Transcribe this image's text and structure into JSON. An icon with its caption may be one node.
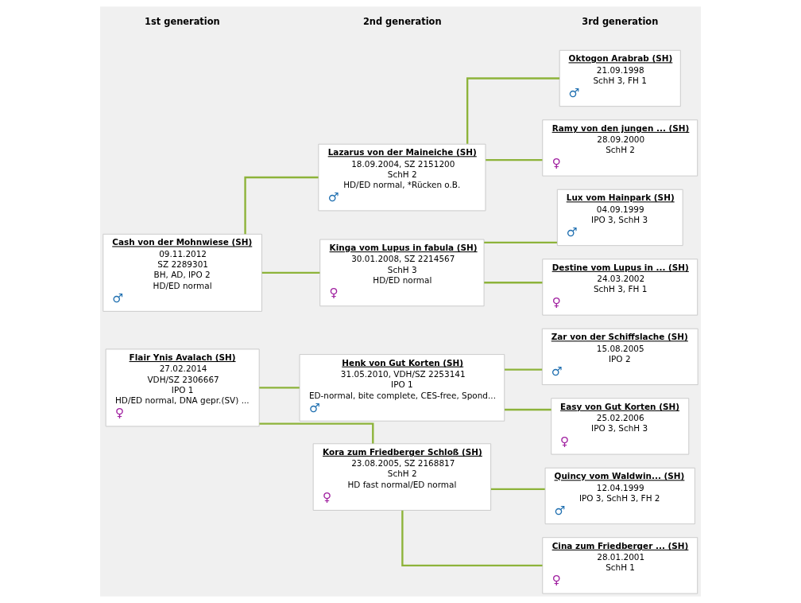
{
  "diagram": {
    "nodes": [
      {
        "text": [
          "Cash von der Mohnwiese (SH)",
          "09.11.2012",
          "SZ 2289301",
          "BH, AD, IPO 2",
          "HD/ED normal",
          "♂"
        ]
      },
      {
        "text": [
          "Lazarus von der Maineiche (SH)",
          "18.09.2004, SZ 2151200",
          "SchH 2",
          "HD/ED normal, *Rücken o.B.",
          "♂"
        ]
      },
      {
        "text": [
          "Kinga vom Lupus in fabula (SH)",
          "30.01.2008, SZ 2214567",
          "SchH 3",
          "HD/ED normal",
          "♀"
        ]
      },
      {
        "text": [
          "Oktogon Arabrab (SH)",
          "21.09.1998",
          "SchH 3, FH 1",
          "♂"
        ]
      },
      {
        "text": [
          "Ramy von den jungen ... (SH)",
          "28.09.2000",
          "SchH 2",
          "♀"
        ]
      },
      {
        "text": [
          "Lux vom Hainpark (SH)",
          "04.09.1999",
          "IPO 3, SchH 3",
          "♂"
        ]
      },
      {
        "text": [
          "Destine vom Lupus in ... (SH)",
          "24.03.2002",
          "SchH 3, FH 1",
          "♀"
        ]
      },
      {
        "text": [
          "Flair Ynis Avalach (SH)",
          "27.02.2014",
          "VDH/SZ 2306667",
          "IPO 1",
          "HD/ED normal, DNA gepr.(SV) ...",
          "♀"
        ]
      },
      {
        "text": [
          "Henk von Gut Korten (SH)",
          "31.05.2010, VDH/SZ 2253141",
          "IPO 1",
          "ED-normal, bite complete, CES-free, Spond...",
          "♂"
        ]
      },
      {
        "text": [
          "Kora zum Friedberger Schloß (SH)",
          "23.08.2005, SZ 2168817",
          "SchH 2",
          "HD fast normal/ED normal",
          "♀"
        ]
      },
      {
        "text": [
          "Zar von der Schiffslache (SH)",
          "15.08.2005",
          "IPO 2",
          "♂"
        ]
      },
      {
        "text": [
          "Easy von Gut Korten (SH)",
          "25.02.2006",
          "IPO 3, SchH 3",
          "♀"
        ]
      },
      {
        "text": [
          "Quincy vom Waldwin... (SH)",
          "12.04.1999",
          "IPO 3, SchH 3, FH 2",
          "♂"
        ]
      },
      {
        "text": [
          "Cina zum Friedberger ... (SH)",
          "28.01.2001",
          "SchH 1",
          "♀"
        ]
      }
    ],
    "edges": [
      {
        "from": 0,
        "to": 1,
        "arrow": "none"
      },
      {
        "from": 0,
        "to": 2,
        "arrow": "none"
      },
      {
        "from": 1,
        "to": 3,
        "arrow": "none"
      },
      {
        "from": 1,
        "to": 4,
        "arrow": "none"
      },
      {
        "from": 2,
        "to": 5,
        "arrow": "none"
      },
      {
        "from": 2,
        "to": 6,
        "arrow": "none"
      },
      {
        "from": 7,
        "to": 8,
        "arrow": "none"
      },
      {
        "from": 7,
        "to": 9,
        "arrow": "none"
      },
      {
        "from": 8,
        "to": 10,
        "arrow": "none"
      },
      {
        "from": 8,
        "to": 11,
        "arrow": "none"
      },
      {
        "from": 9,
        "to": 12,
        "arrow": "none"
      },
      {
        "from": 9,
        "to": 13,
        "arrow": "none"
      }
    ],
    "labels": [
      "1st generation",
      "2nd generation",
      "3rd generation"
    ]
  }
}
